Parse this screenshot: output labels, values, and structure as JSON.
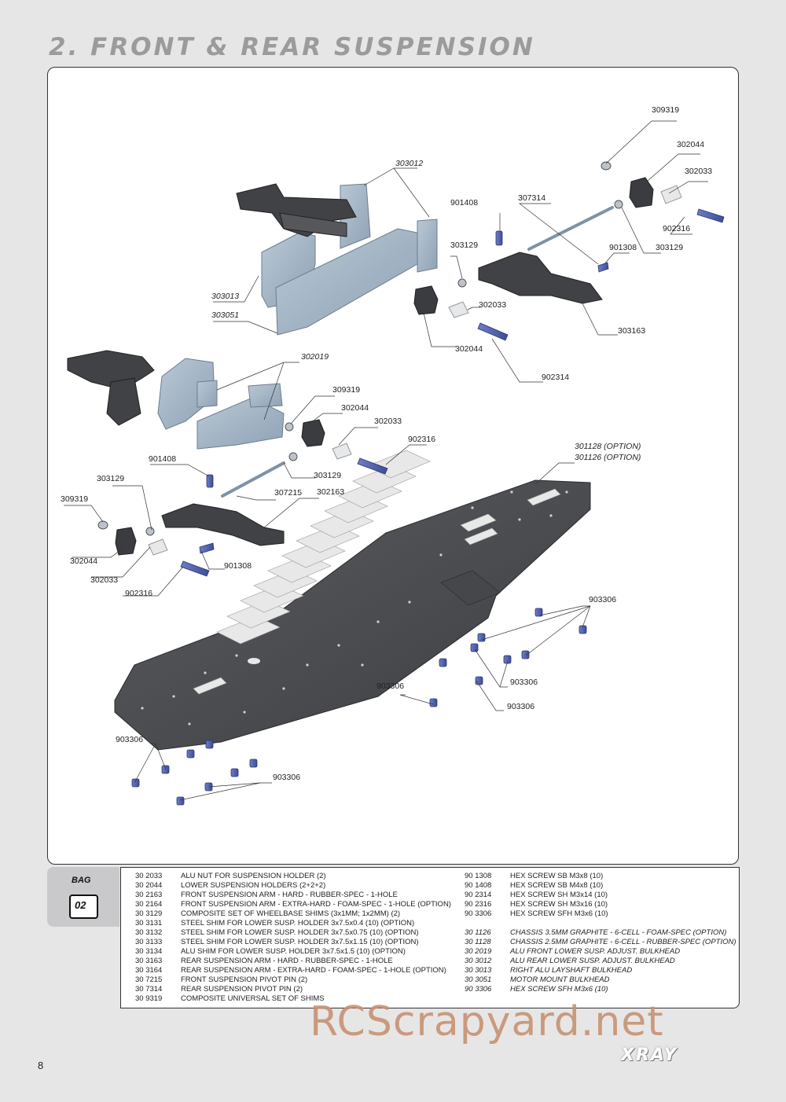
{
  "page": {
    "title": "2. FRONT & REAR SUSPENSION",
    "page_number": "8",
    "watermark": "RCScrapyard.net",
    "brand": "XRAY"
  },
  "bag": {
    "label": "BAG",
    "number": "02"
  },
  "callouts": [
    {
      "text": "309319",
      "italic": false
    },
    {
      "text": "302044",
      "italic": false
    },
    {
      "text": "302033",
      "italic": false
    },
    {
      "text": "303012",
      "italic": true
    },
    {
      "text": "901408",
      "italic": false
    },
    {
      "text": "307314",
      "italic": false
    },
    {
      "text": "902316",
      "italic": false
    },
    {
      "text": "303129",
      "italic": false
    },
    {
      "text": "901308",
      "italic": false
    },
    {
      "text": "303129",
      "italic": false
    },
    {
      "text": "303013",
      "italic": true
    },
    {
      "text": "303051",
      "italic": true
    },
    {
      "text": "302033",
      "italic": false
    },
    {
      "text": "303163",
      "italic": false
    },
    {
      "text": "302044",
      "italic": false
    },
    {
      "text": "902314",
      "italic": false
    },
    {
      "text": "302019",
      "italic": true
    },
    {
      "text": "309319",
      "italic": false
    },
    {
      "text": "302044",
      "italic": false
    },
    {
      "text": "302033",
      "italic": false
    },
    {
      "text": "902316",
      "italic": false
    },
    {
      "text": "301128 (OPTION)",
      "italic": true
    },
    {
      "text": "301126 (OPTION)",
      "italic": true
    },
    {
      "text": "901408",
      "italic": false
    },
    {
      "text": "303129",
      "italic": false
    },
    {
      "text": "303129",
      "italic": false
    },
    {
      "text": "307215",
      "italic": false
    },
    {
      "text": "302163",
      "italic": false
    },
    {
      "text": "309319",
      "italic": false
    },
    {
      "text": "302044",
      "italic": false
    },
    {
      "text": "901308",
      "italic": false
    },
    {
      "text": "302033",
      "italic": false
    },
    {
      "text": "902316",
      "italic": false
    },
    {
      "text": "903306",
      "italic": false
    },
    {
      "text": "903306",
      "italic": false
    },
    {
      "text": "903306",
      "italic": false
    },
    {
      "text": "903306",
      "italic": false
    },
    {
      "text": "903306",
      "italic": false
    },
    {
      "text": "903306",
      "italic": false
    }
  ],
  "parts_left": [
    {
      "code": "30 2033",
      "desc": "ALU NUT FOR SUSPENSION HOLDER (2)"
    },
    {
      "code": "30 2044",
      "desc": "LOWER SUSPENSION HOLDERS (2+2+2)"
    },
    {
      "code": "30 2163",
      "desc": "FRONT SUSPENSION ARM - HARD - RUBBER-SPEC - 1-HOLE"
    },
    {
      "code": "30 2164",
      "desc": "FRONT SUSPENSION ARM - EXTRA-HARD - FOAM-SPEC - 1-HOLE (OPTION)"
    },
    {
      "code": "30 3129",
      "desc": "COMPOSITE SET OF WHEELBASE SHIMS (3x1MM; 1x2MM) (2)"
    },
    {
      "code": "30 3131",
      "desc": "STEEL SHIM FOR LOWER SUSP. HOLDER 3x7.5x0.4 (10) (OPTION)"
    },
    {
      "code": "30 3132",
      "desc": "STEEL SHIM FOR LOWER SUSP. HOLDER 3x7.5x0.75 (10) (OPTION)"
    },
    {
      "code": "30 3133",
      "desc": "STEEL SHIM FOR LOWER SUSP. HOLDER 3x7.5x1.15 (10) (OPTION)"
    },
    {
      "code": "30 3134",
      "desc": "ALU SHIM FOR LOWER SUSP. HOLDER 3x7.5x1.5 (10) (OPTION)"
    },
    {
      "code": "30 3163",
      "desc": "REAR SUSPENSION ARM - HARD - RUBBER-SPEC - 1-HOLE"
    },
    {
      "code": "30 3164",
      "desc": "REAR SUSPENSION ARM - EXTRA-HARD - FOAM-SPEC - 1-HOLE (OPTION)"
    },
    {
      "code": "30 7215",
      "desc": "FRONT SUSPENSION PIVOT PIN (2)"
    },
    {
      "code": "30 7314",
      "desc": "REAR SUSPENSION PIVOT PIN (2)"
    },
    {
      "code": "30 9319",
      "desc": "COMPOSITE UNIVERSAL SET OF SHIMS"
    }
  ],
  "parts_right_a": [
    {
      "code": "90 1308",
      "desc": "HEX SCREW SB M3x8  (10)"
    },
    {
      "code": "90 1408",
      "desc": "HEX SCREW SB M4x8  (10)"
    },
    {
      "code": "90 2314",
      "desc": "HEX SCREW SH M3x14  (10)"
    },
    {
      "code": "90 2316",
      "desc": "HEX SCREW SH M3x16  (10)"
    },
    {
      "code": "90 3306",
      "desc": "HEX SCREW SFH M3x6  (10)"
    }
  ],
  "parts_right_b": [
    {
      "code": "30 1126",
      "desc": "CHASSIS 3.5MM GRAPHITE - 6-CELL - FOAM-SPEC (OPTION)"
    },
    {
      "code": "30 1128",
      "desc": "CHASSIS 2.5MM GRAPHITE - 6-CELL - RUBBER-SPEC (OPTION)"
    },
    {
      "code": "30 2019",
      "desc": "ALU FRONT LOWER SUSP. ADJUST. BULKHEAD"
    },
    {
      "code": "30 3012",
      "desc": "ALU REAR LOWER SUSP. ADJUST. BULKHEAD"
    },
    {
      "code": "30 3013",
      "desc": "RIGHT ALU LAYSHAFT BULKHEAD"
    },
    {
      "code": "30 3051",
      "desc": "MOTOR MOUNT BULKHEAD"
    },
    {
      "code": "90 3306",
      "desc": "HEX SCREW SFH M3x6  (10)"
    }
  ]
}
